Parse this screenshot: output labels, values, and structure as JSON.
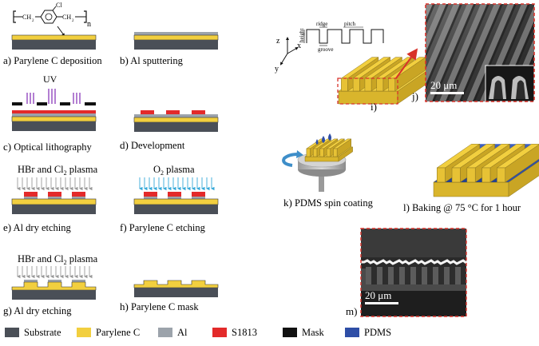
{
  "panels": {
    "a": {
      "letter": "a)",
      "caption": "Parylene C deposition"
    },
    "b": {
      "letter": "b)",
      "caption": "Al sputtering"
    },
    "c": {
      "letter": "c)",
      "caption": "Optical lithography",
      "label": "UV"
    },
    "d": {
      "letter": "d)",
      "caption": "Development"
    },
    "e": {
      "letter": "e)",
      "caption": "Al dry etching",
      "label": "HBr and Cl",
      "sub": "2",
      "label_tail": " plasma"
    },
    "f": {
      "letter": "f)",
      "caption": "Parylene C etching",
      "label": "O",
      "sub": "2",
      "label_tail": " plasma"
    },
    "g": {
      "letter": "g)",
      "caption": "Al dry etching",
      "label": "HBr and Cl",
      "sub": "2",
      "label_tail": " plasma"
    },
    "h": {
      "letter": "h)",
      "caption": "Parylene C mask"
    },
    "i": {
      "letter": "i)"
    },
    "j": {
      "letter": "j)",
      "scalebar": "20 μm"
    },
    "k": {
      "letter": "k)",
      "caption": "PDMS spin coating"
    },
    "l": {
      "letter": "l)",
      "caption": "Baking @ 75 °C for 1 hour"
    },
    "m": {
      "letter": "m)",
      "scalebar": "20 μm"
    }
  },
  "structure": {
    "substituent": "Cl",
    "repeat": "n",
    "ch2_left": "CH",
    "ch2_right": "CH",
    "ch2_sub": "2"
  },
  "profile_labels": {
    "height": "height",
    "ridge": "ridge",
    "pitch": "pitch",
    "groove": "groove",
    "axis_x": "x",
    "axis_y": "y",
    "axis_z": "z"
  },
  "legend": [
    {
      "label": "Substrate",
      "color": "#4a4f57"
    },
    {
      "label": "Parylene C",
      "color": "#f2cf3f"
    },
    {
      "label": "Al",
      "color": "#9ca3ab"
    },
    {
      "label": "S1813",
      "color": "#e32a2a"
    },
    {
      "label": "Mask",
      "color": "#111111"
    },
    {
      "label": "PDMS",
      "color": "#2e4ea6"
    }
  ],
  "colors": {
    "substrate": "#4a4f57",
    "parylene": "#f2cf3f",
    "al": "#9ca3ab",
    "resist": "#e32a2a",
    "mask": "#111111",
    "pdms": "#2e4ea6",
    "uv": "#8a3ab9",
    "plasma_blue": "#35a8d8",
    "highlight": "#d8322a"
  }
}
